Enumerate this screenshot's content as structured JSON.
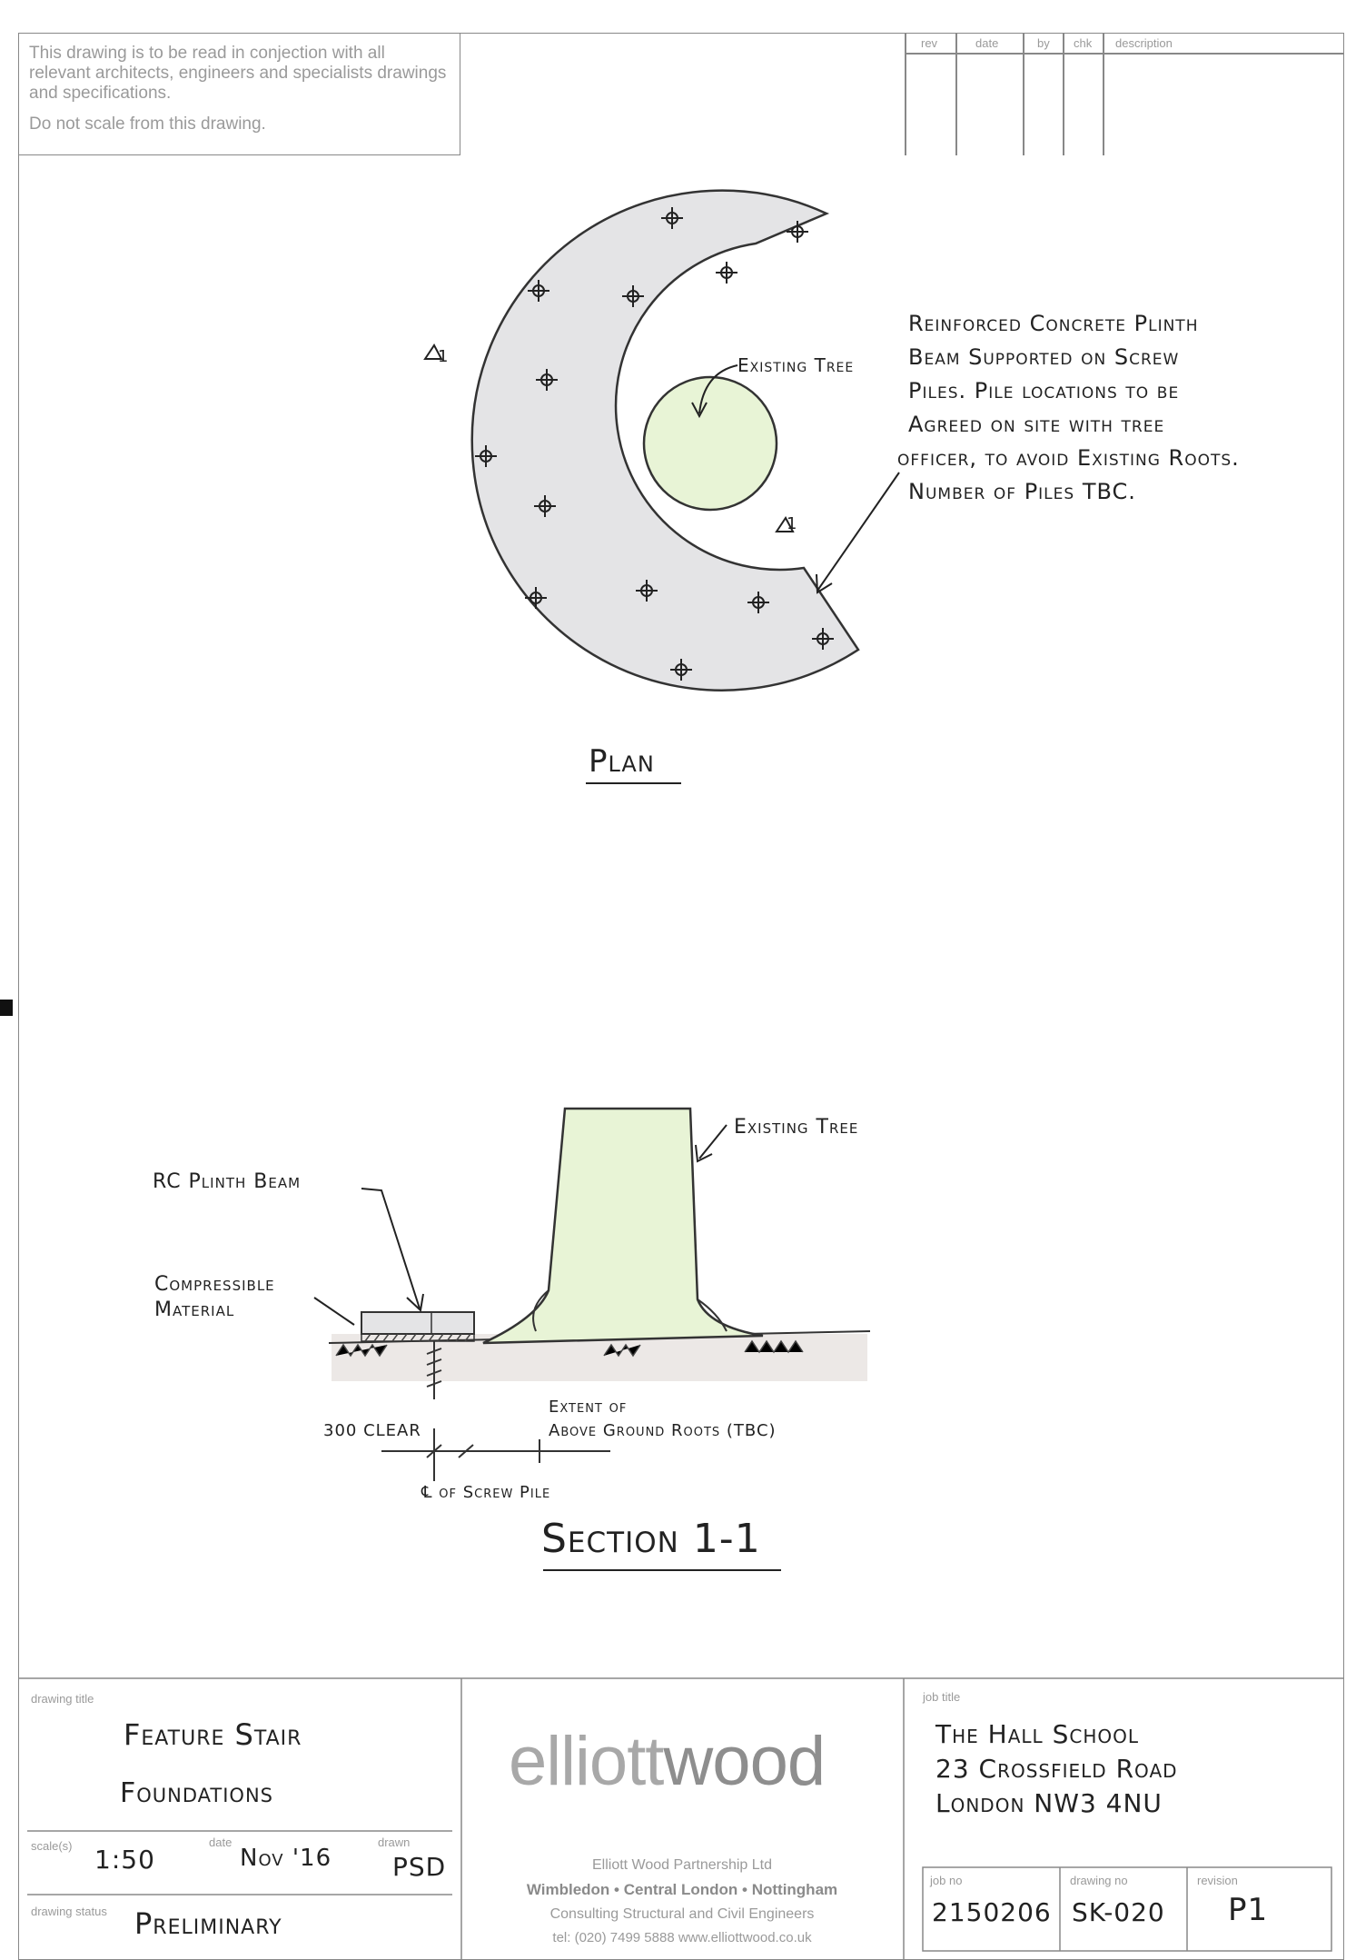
{
  "notes": {
    "line1": "This drawing is to be read in conjection with all relevant architects, engineers and specialists drawings and specifications.",
    "line2": "Do not scale from this drawing."
  },
  "revision_table": {
    "headers": [
      "rev",
      "date",
      "by",
      "chk",
      "description"
    ]
  },
  "plan": {
    "tree_label": "Existing Tree",
    "note_lines": [
      "Reinforced Concrete Plinth",
      "Beam Supported on Screw",
      "Piles. Pile locations to be",
      "Agreed on site with tree",
      "officer, to avoid Existing Roots.",
      "Number of Piles TBC."
    ],
    "section_marker": "1",
    "title": "Plan"
  },
  "section": {
    "tree_label": "Existing Tree",
    "beam_label": "RC Plinth Beam",
    "compressible_line1": "Compressible",
    "compressible_line2": "Material",
    "extent_line1": "Extent of",
    "extent_line2": "Above Ground Roots (TBC)",
    "clear_label": "300 CLEAR",
    "pile_label": "℄ of Screw Pile",
    "title": "Section 1-1"
  },
  "title_block": {
    "drawing_title_label": "drawing title",
    "drawing_title_line1": "Feature Stair",
    "drawing_title_line2": "Foundations",
    "scale_label": "scale(s)",
    "scale": "1:50",
    "date_label": "date",
    "date": "Nov '16",
    "drawn_label": "drawn",
    "drawn": "PSD",
    "status_label": "drawing status",
    "status": "Preliminary",
    "logo_light": "elliott",
    "logo_dark": "wood",
    "firm_name": "Elliott Wood Partnership Ltd",
    "firm_offices": "Wimbledon • Central London • Nottingham",
    "firm_services": "Consulting Structural and Civil Engineers",
    "firm_contact": "tel: (020) 7499 5888  www.elliottwood.co.uk",
    "job_title_label": "job title",
    "job_line1": "The Hall School",
    "job_line2": "23 Crossfield Road",
    "job_line3": "London NW3 4NU",
    "job_no_label": "job no",
    "job_no": "2150206",
    "drawing_no_label": "drawing no",
    "drawing_no": "SK-020",
    "revision_label": "revision",
    "revision": "P1"
  },
  "colors": {
    "slab_fill": "#e4e4e6",
    "tree_fill": "#e8f4d6",
    "ground_fill": "#ece8e6",
    "line": "#333333",
    "frame": "#888888"
  }
}
